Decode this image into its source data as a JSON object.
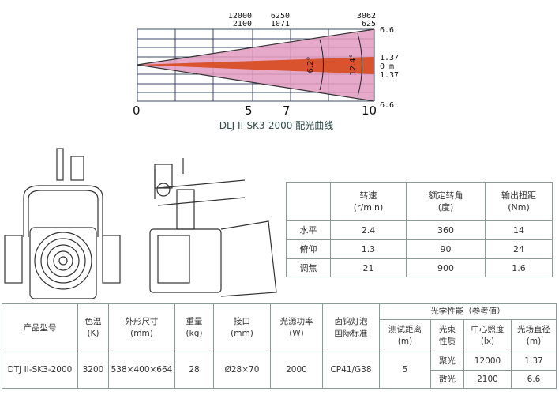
{
  "beam_chart": {
    "x_ticks": [
      "0",
      "5",
      "7",
      "10"
    ],
    "top_labels": [
      {
        "lux": "12000",
        "lux2": "2100"
      },
      {
        "lux": "6250",
        "lux2": "1071"
      },
      {
        "lux": "3062",
        "lux2": "625"
      }
    ],
    "right_labels": [
      "6.6",
      "1.37",
      "0 m",
      "1.37",
      "6.6"
    ],
    "angles": [
      "6.2°",
      "12.4°"
    ],
    "caption": "DLJ II-SK3-2000 配光曲线",
    "colors": {
      "spot": "#d8532e",
      "flood": "#d66a9a",
      "grid": "#3c4a6a"
    }
  },
  "motor_table": {
    "headers": [
      [
        "转速",
        "(r/min)"
      ],
      [
        "额定转角",
        "(度)"
      ],
      [
        "输出扭距",
        "(Nm)"
      ]
    ],
    "rows": [
      {
        "label": "水平",
        "values": [
          "2.4",
          "360",
          "14"
        ]
      },
      {
        "label": "俯仰",
        "values": [
          "1.3",
          "90",
          "24"
        ]
      },
      {
        "label": "调焦",
        "values": [
          "21",
          "900",
          "1.6"
        ]
      }
    ]
  },
  "spec_table": {
    "headers": {
      "model": "产品型号",
      "color_temp": [
        "色温",
        "(K)"
      ],
      "size": [
        "外形尺寸",
        "(mm)"
      ],
      "weight": [
        "重量",
        "(kg)"
      ],
      "port": [
        "接口",
        "(mm)"
      ],
      "power": [
        "光源功率",
        "(W)"
      ],
      "lamp": [
        "卤钨灯泡",
        "国际标准"
      ],
      "optics": "光学性能（参考值）",
      "distance": [
        "测试距离",
        "(m)"
      ],
      "beam": [
        "光束",
        "性质"
      ],
      "lux": [
        "中心照度",
        "(lx)"
      ],
      "diameter": [
        "光场直径",
        "(m)"
      ]
    },
    "row": {
      "model": "DTJ II-SK3-2000",
      "color_temp": "3200",
      "size": "538×400×664",
      "weight": "28",
      "port": "Ø28×70",
      "power": "2000",
      "lamp": "CP41/G38",
      "distance": "5",
      "beams": [
        {
          "type": "聚光",
          "lux": "12000",
          "diameter": "1.37"
        },
        {
          "type": "散光",
          "lux": "2100",
          "diameter": "6.6"
        }
      ]
    }
  }
}
